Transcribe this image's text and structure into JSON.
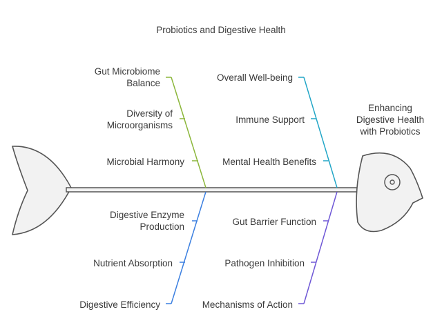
{
  "title": "Probiotics and Digestive Health",
  "effect": "Enhancing\nDigestive Health\nwith Probiotics",
  "colors": {
    "outline": "#555555",
    "fish_fill": "#f2f2f2",
    "bone_green": "#8bb63a",
    "bone_teal": "#22a6c7",
    "bone_blue": "#3b7fe0",
    "bone_purple": "#6e57d6"
  },
  "branches": {
    "gut_microbiome": [
      "Gut Microbiome\nBalance",
      "Diversity of\nMicroorganisms",
      "Microbial Harmony"
    ],
    "overall_wellbeing": [
      "Overall Well-being",
      "Immune Support",
      "Mental Health Benefits"
    ],
    "digestive_efficiency": [
      "Digestive Enzyme\nProduction",
      "Nutrient Absorption",
      "Digestive Efficiency"
    ],
    "mechanisms": [
      "Gut Barrier Function",
      "Pathogen Inhibition",
      "Mechanisms of Action"
    ]
  }
}
